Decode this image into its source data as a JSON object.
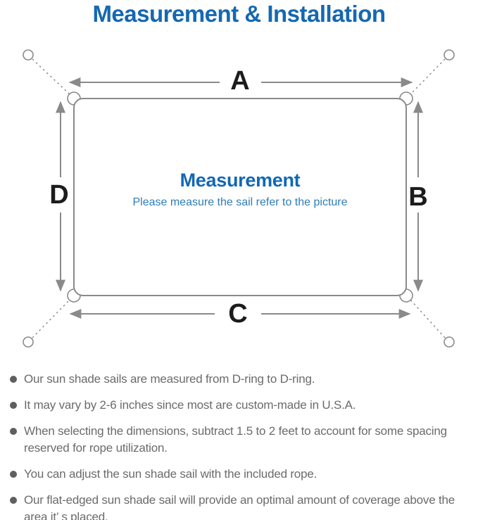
{
  "page": {
    "title": "Measurement & Installation"
  },
  "diagram": {
    "heading": "Measurement",
    "subheading": "Please measure the sail refer to the picture",
    "labels": {
      "a": "A",
      "b": "B",
      "c": "C",
      "d": "D"
    },
    "colors": {
      "accent_blue": "#1568b1",
      "heading_blue": "#1268b3",
      "subheading_blue": "#2d7db8",
      "line_gray": "#8a8a8a",
      "label_black": "#1c1c1c",
      "note_text_gray": "#6b6b6b"
    }
  },
  "notes": [
    {
      "text": "Our sun shade sails are measured from D-ring to D-ring."
    },
    {
      "text": "It may vary by 2-6 inches since most are custom-made in U.S.A."
    },
    {
      "text": "When selecting the dimensions, subtract 1.5 to 2 feet to account for some spacing reserved for rope utilization."
    },
    {
      "text": "You can adjust the sun shade sail with the included rope."
    },
    {
      "text": "Our flat-edged sun shade sail will provide an optimal amount of coverage above the area it’ s placed."
    }
  ]
}
